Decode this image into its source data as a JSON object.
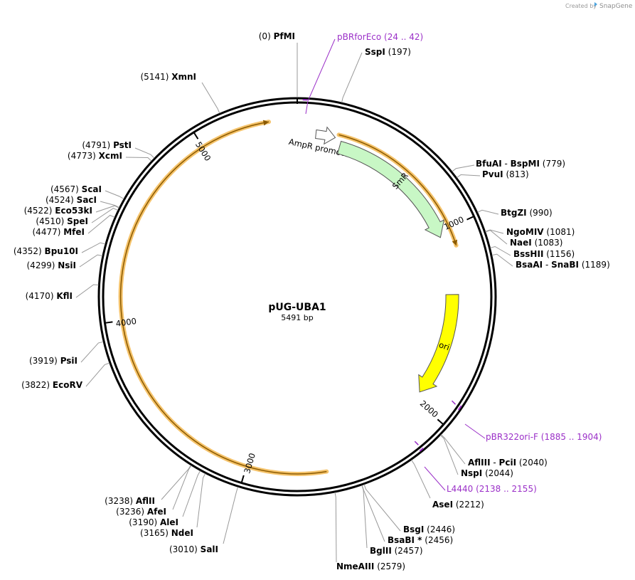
{
  "credit": {
    "prefix": "Created by",
    "brand": "SnapGene"
  },
  "plasmid": {
    "name": "pUG-UBA1",
    "size_label": "5491 bp",
    "length": 5491
  },
  "colors": {
    "backbone": "#000000",
    "leader": "#999999",
    "primer": "#9b30c8",
    "ori_fill": "#ffff00",
    "smr_fill": "#c8f7c5",
    "promoter_fill": "#ffffff",
    "orf_line": "#8b5a00",
    "orf_glow": "#f5c36b"
  },
  "sites": [
    {
      "id": "pfmi",
      "pos_text": "(0)",
      "name": "PfMI",
      "pos": 0
    },
    {
      "id": "sspi",
      "pos_text": "(197)",
      "name": "SspI",
      "pos": 197
    },
    {
      "id": "bfuai",
      "pos_text": "(779)",
      "name": "BfuAI",
      "name2": "BspMI",
      "pos": 779
    },
    {
      "id": "pvui",
      "pos_text": "(813)",
      "name": "PvuI",
      "pos": 813
    },
    {
      "id": "btgzi",
      "pos_text": "(990)",
      "name": "BtgZI",
      "pos": 990
    },
    {
      "id": "ngomiv",
      "pos_text": "(1081)",
      "name": "NgoMIV",
      "pos": 1081
    },
    {
      "id": "naei",
      "pos_text": "(1083)",
      "name": "NaeI",
      "pos": 1083
    },
    {
      "id": "bsshii",
      "pos_text": "(1156)",
      "name": "BssHII",
      "pos": 1156
    },
    {
      "id": "bsaai",
      "pos_text": "(1189)",
      "name": "BsaAI",
      "name2": "SnaBI",
      "pos": 1189
    },
    {
      "id": "afliii",
      "pos_text": "(2040)",
      "name": "AflIII",
      "name2": "PciI",
      "pos": 2040
    },
    {
      "id": "nspi",
      "pos_text": "(2044)",
      "name": "NspI",
      "pos": 2044
    },
    {
      "id": "asei",
      "pos_text": "(2212)",
      "name": "AseI",
      "pos": 2212
    },
    {
      "id": "bsgi",
      "pos_text": "(2446)",
      "name": "BsgI",
      "pos": 2446
    },
    {
      "id": "bsabi",
      "pos_text": "(2456)",
      "name": "BsaBI *",
      "pos": 2456
    },
    {
      "id": "bglii",
      "pos_text": "(2457)",
      "name": "BglII",
      "pos": 2457
    },
    {
      "id": "nmeaiii",
      "pos_text": "(2579)",
      "name": "NmeAIII",
      "pos": 2579
    },
    {
      "id": "sali",
      "pos_text": "(3010)",
      "name": "SalI",
      "pos": 3010
    },
    {
      "id": "ndei",
      "pos_text": "(3165)",
      "name": "NdeI",
      "pos": 3165
    },
    {
      "id": "alei",
      "pos_text": "(3190)",
      "name": "AleI",
      "pos": 3190
    },
    {
      "id": "afei",
      "pos_text": "(3236)",
      "name": "AfeI",
      "pos": 3236
    },
    {
      "id": "aflii",
      "pos_text": "(3238)",
      "name": "AflII",
      "pos": 3238
    },
    {
      "id": "ecorv",
      "pos_text": "(3822)",
      "name": "EcoRV",
      "pos": 3822
    },
    {
      "id": "psii",
      "pos_text": "(3919)",
      "name": "PsiI",
      "pos": 3919
    },
    {
      "id": "kfli",
      "pos_text": "(4170)",
      "name": "KflI",
      "pos": 4170
    },
    {
      "id": "nsii",
      "pos_text": "(4299)",
      "name": "NsiI",
      "pos": 4299
    },
    {
      "id": "bpu10i",
      "pos_text": "(4352)",
      "name": "Bpu10I",
      "pos": 4352
    },
    {
      "id": "mfei",
      "pos_text": "(4477)",
      "name": "MfeI",
      "pos": 4477
    },
    {
      "id": "spei",
      "pos_text": "(4510)",
      "name": "SpeI",
      "pos": 4510
    },
    {
      "id": "eco53ki",
      "pos_text": "(4522)",
      "name": "Eco53kI",
      "pos": 4522
    },
    {
      "id": "saci",
      "pos_text": "(4524)",
      "name": "SacI",
      "pos": 4524
    },
    {
      "id": "scai",
      "pos_text": "(4567)",
      "name": "ScaI",
      "pos": 4567
    },
    {
      "id": "xcmi",
      "pos_text": "(4773)",
      "name": "XcmI",
      "pos": 4773
    },
    {
      "id": "psti",
      "pos_text": "(4791)",
      "name": "PstI",
      "pos": 4791
    },
    {
      "id": "xmni",
      "pos_text": "(5141)",
      "name": "XmnI",
      "pos": 5141
    }
  ],
  "primers": [
    {
      "id": "pbrforeco",
      "name": "pBRforEco",
      "range": "(24 .. 42)",
      "start": 24,
      "end": 42
    },
    {
      "id": "pbr322ori",
      "name": "pBR322ori-F",
      "range": "(1885 .. 1904)",
      "start": 1885,
      "end": 1904
    },
    {
      "id": "l4440",
      "name": "L4440",
      "range": "(2138 .. 2155)",
      "start": 2138,
      "end": 2155
    }
  ],
  "features": [
    {
      "id": "ampr-promoter",
      "label": "AmpR promoter",
      "start": 100,
      "end": 205
    },
    {
      "id": "smr",
      "label": "SmR",
      "start": 240,
      "end": 1030
    },
    {
      "id": "ori",
      "label": "ori",
      "start": 1360,
      "end": 1950
    }
  ],
  "orfs": [
    {
      "id": "orf-right",
      "start": 220,
      "end": 1100
    },
    {
      "id": "orf-left",
      "start": 2600,
      "end": 5350
    }
  ],
  "ticks": [
    {
      "label": "1000",
      "pos": 1000
    },
    {
      "label": "2000",
      "pos": 2000
    },
    {
      "label": "3000",
      "pos": 3000
    },
    {
      "label": "4000",
      "pos": 4000
    },
    {
      "label": "5000",
      "pos": 5000
    }
  ]
}
